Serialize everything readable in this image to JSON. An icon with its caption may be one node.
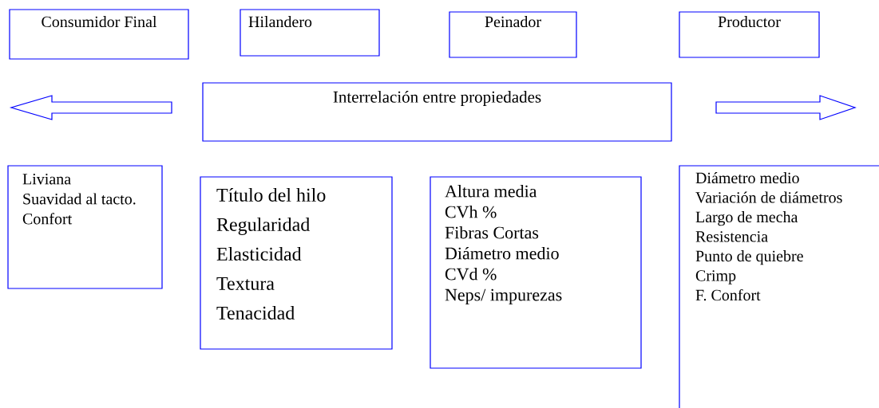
{
  "diagram": {
    "nodes": [
      {
        "text": [
          "Consumidor Final"
        ]
      },
      {
        "text": [
          "Hilandero"
        ]
      },
      {
        "text": [
          "Peinador"
        ]
      },
      {
        "text": [
          "Productor"
        ]
      },
      {
        "text": [
          "Interrelación entre propiedades"
        ]
      },
      {
        "text": [
          "Liviana",
          "Suavidad al tacto.",
          "Confort"
        ]
      },
      {
        "text": [
          "Título del hilo",
          "Regularidad",
          "Elasticidad",
          "Textura",
          "Tenacidad"
        ]
      },
      {
        "text": [
          "Altura media",
          "CVh %",
          "Fibras Cortas",
          "Diámetro medio",
          "CVd %",
          "Neps/ impurezas"
        ]
      },
      {
        "text": [
          "Diámetro medio",
          "Variación de diámetros",
          "Largo de mecha",
          "Resistencia",
          "Punto de quiebre",
          "Crimp",
          "F. Confort"
        ]
      }
    ],
    "edges": []
  }
}
